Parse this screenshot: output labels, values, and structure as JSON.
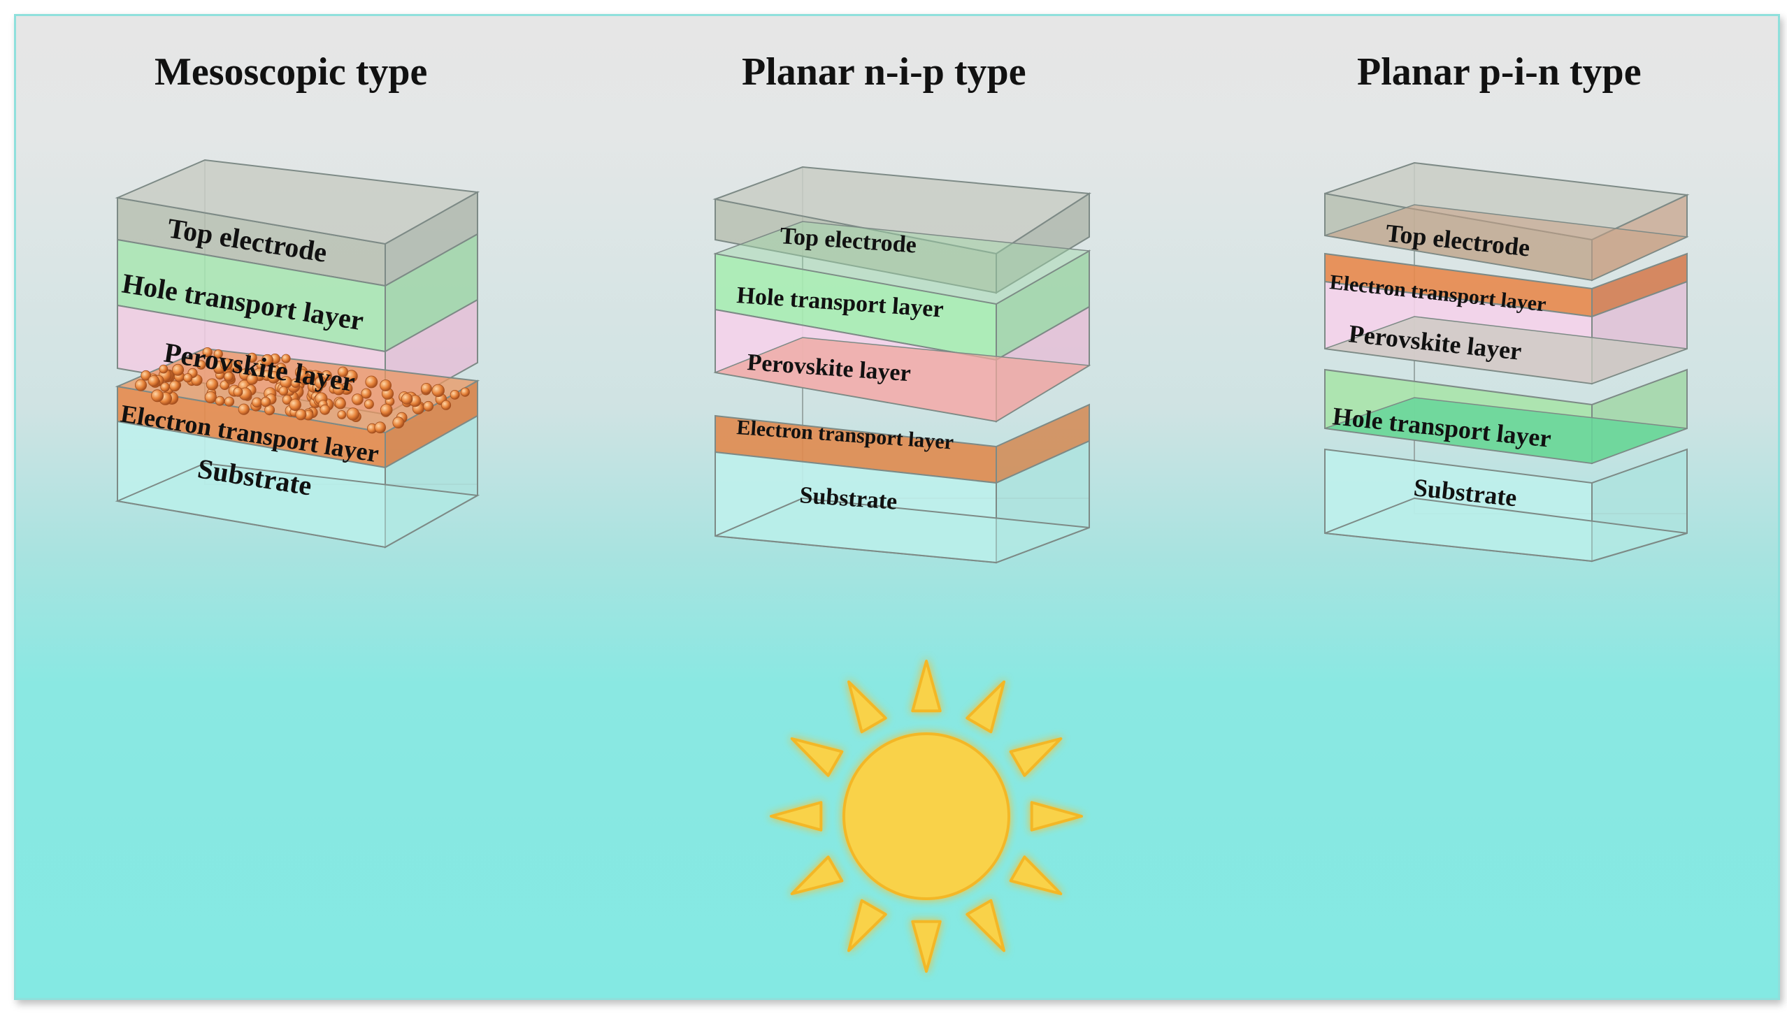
{
  "titles": {
    "mesoscopic": "Mesoscopic type",
    "nip": "Planar n-i-p type",
    "pin": "Planar p-i-n type"
  },
  "mesoscopic_layers": {
    "top": "Top electrode",
    "htl": "Hole transport layer",
    "perovskite": "Perovskite layer",
    "etl": "Electron transport layer",
    "substrate": "Substrate"
  },
  "nip_layers": {
    "top": "Top electrode",
    "htl": "Hole transport layer",
    "perovskite": "Perovskite layer",
    "etl": "Electron transport layer",
    "substrate": "Substrate"
  },
  "pin_layers": {
    "top": "Top electrode",
    "etl": "Electron transport layer",
    "perovskite": "Perovskite layer",
    "htl": "Hole transport layer",
    "substrate": "Substrate"
  },
  "colors": {
    "top_electrode": "#bfc3b8",
    "hole_transport": "#a8ecb2",
    "perovskite": "#f7cfe8",
    "electron_transport": "#e68a4c",
    "substrate": "#c6f3ef",
    "sun": "#f9d24a"
  },
  "icons": {
    "sun": "sun-icon"
  }
}
